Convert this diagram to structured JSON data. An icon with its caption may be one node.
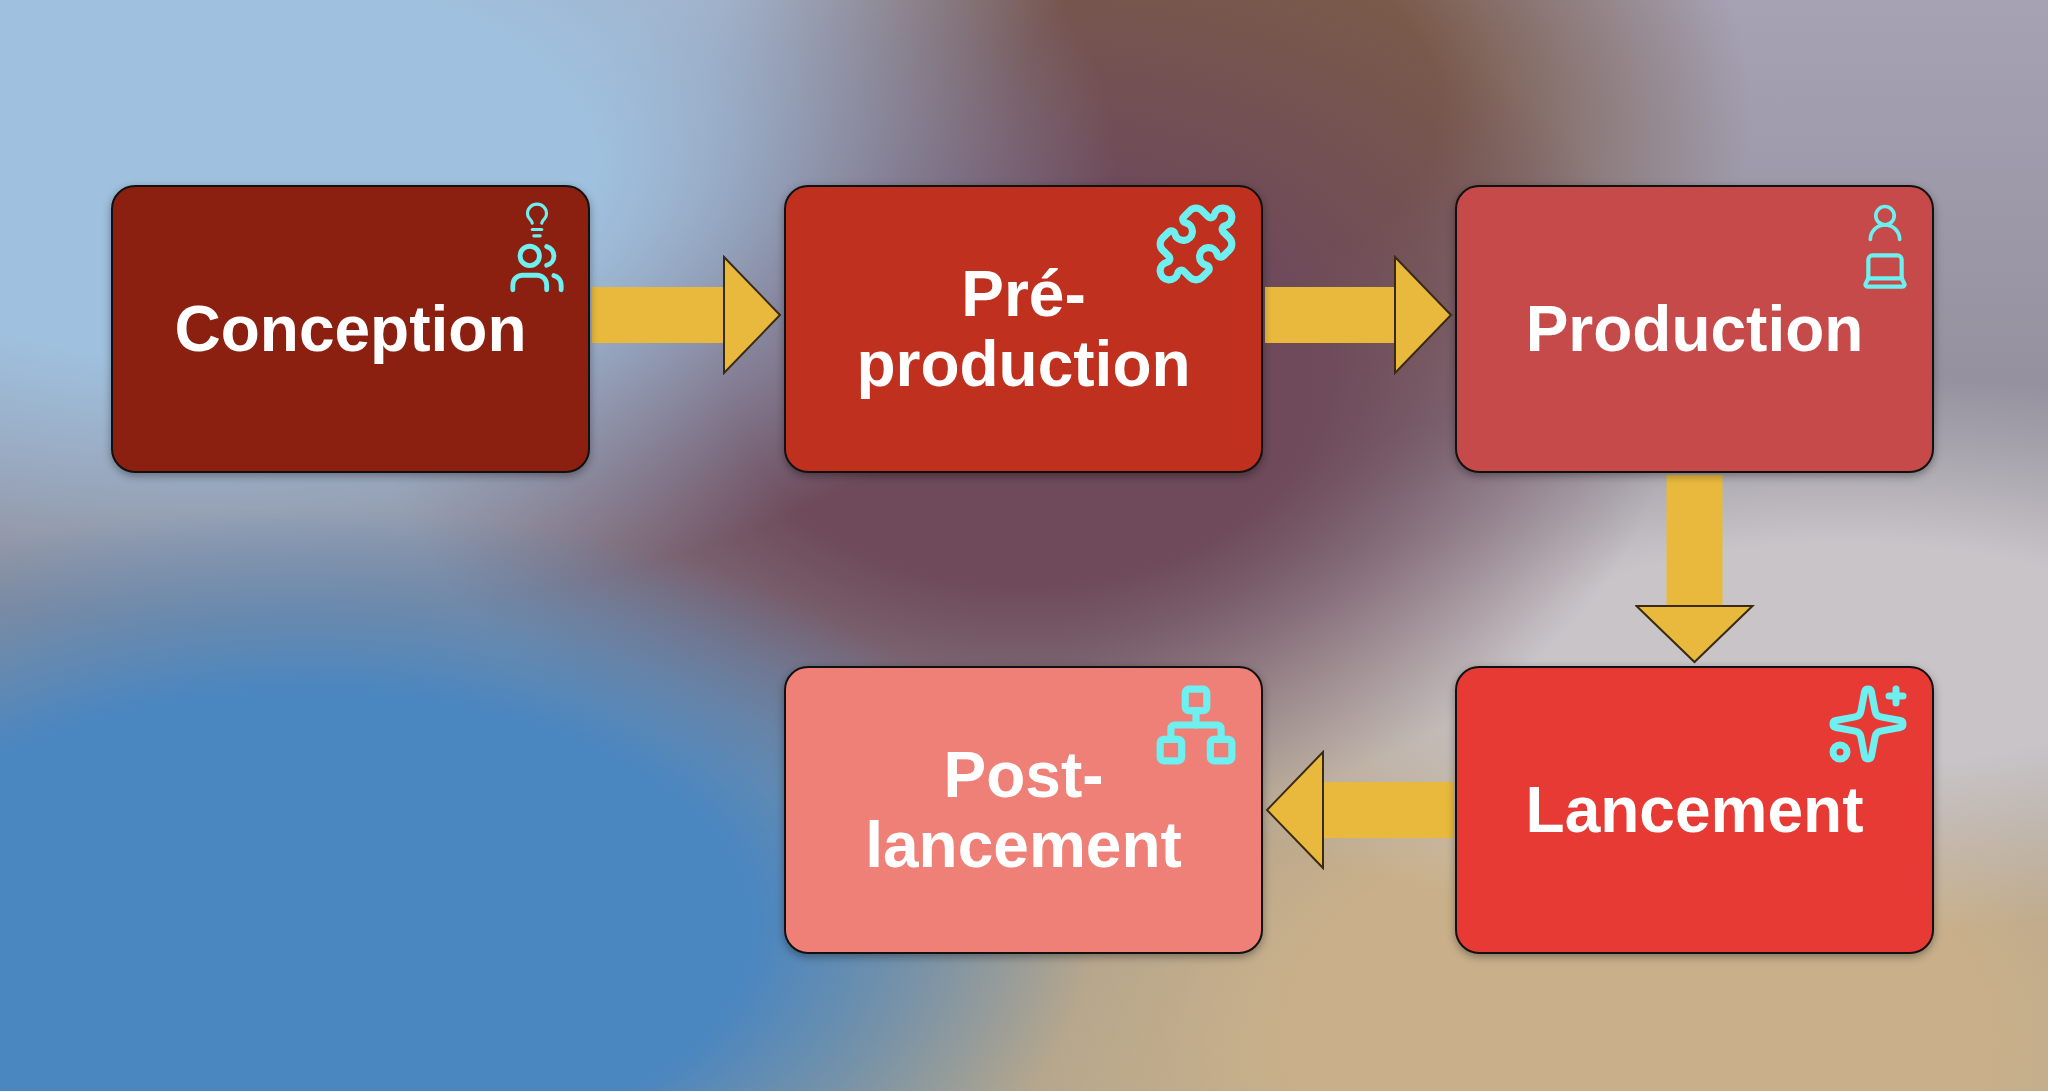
{
  "diagram": {
    "nodes": [
      {
        "text": [
          "Conception"
        ]
      },
      {
        "text": [
          "Pré- production"
        ]
      },
      {
        "text": [
          "Production"
        ]
      },
      {
        "text": [
          "Lancement"
        ]
      },
      {
        "text": [
          "Post- lancement"
        ]
      }
    ],
    "edges": [
      {
        "from": 0,
        "to": 1,
        "arrow": "to"
      },
      {
        "from": 1,
        "to": 2,
        "arrow": "to"
      },
      {
        "from": 2,
        "to": 3,
        "arrow": "to"
      },
      {
        "from": 3,
        "to": 4,
        "arrow": "to"
      }
    ]
  }
}
